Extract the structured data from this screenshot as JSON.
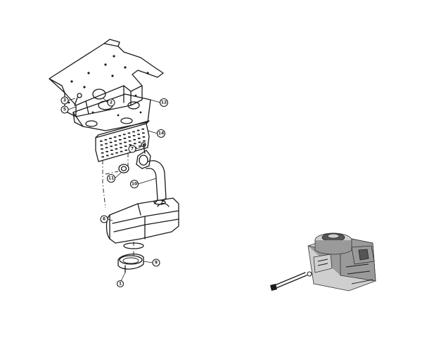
{
  "callouts": [
    {
      "id": "c3",
      "label": "3"
    },
    {
      "id": "c5",
      "label": "5"
    },
    {
      "id": "c2",
      "label": "2"
    },
    {
      "id": "c12",
      "label": "12"
    },
    {
      "id": "c14",
      "label": "14"
    },
    {
      "id": "c7",
      "label": "7"
    },
    {
      "id": "c11",
      "label": "11"
    },
    {
      "id": "c10",
      "label": "10"
    },
    {
      "id": "c6",
      "label": "6"
    },
    {
      "id": "c9",
      "label": "9"
    },
    {
      "id": "c1",
      "label": "1"
    }
  ],
  "colors": {
    "line": "#1a1a1a",
    "background": "#ffffff",
    "engine_gray": "#9a9a9a"
  }
}
